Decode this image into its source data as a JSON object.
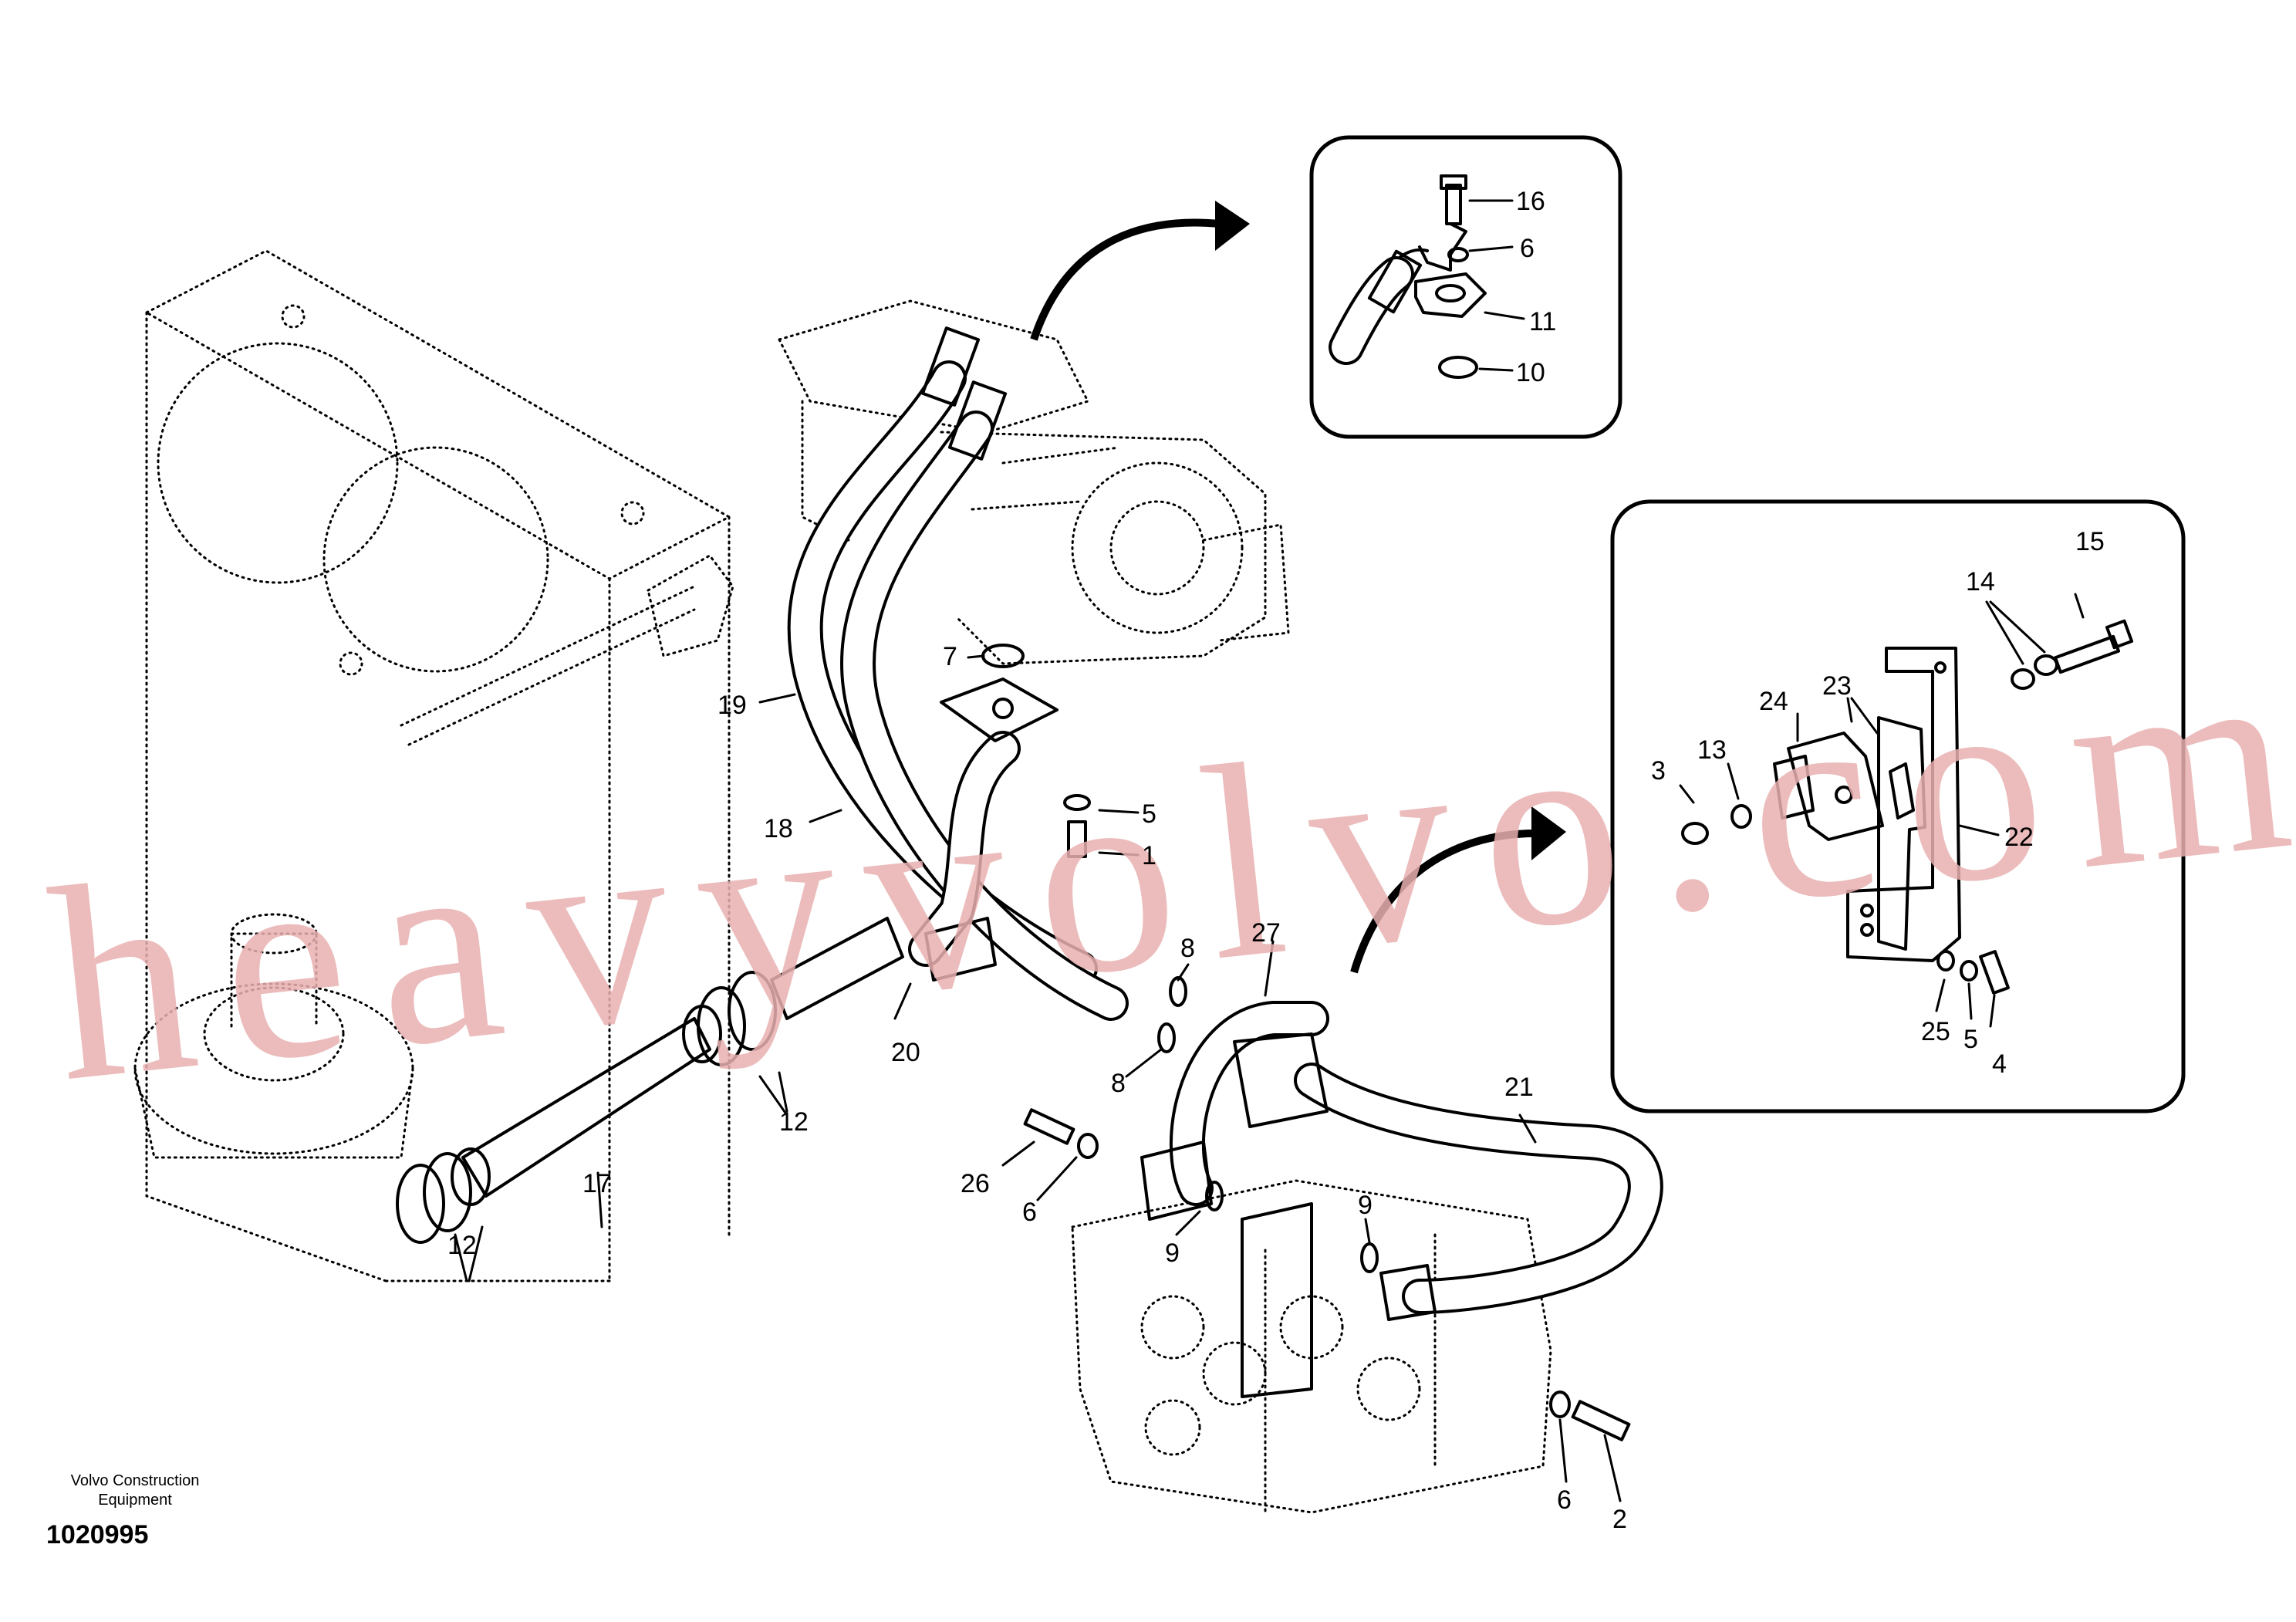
{
  "watermark": "heavyvolvo.com",
  "footer": {
    "company_line1": "Volvo Construction",
    "company_line2": "Equipment",
    "drawing_number": "1020995"
  },
  "labels": {
    "p1": "1",
    "p2": "2",
    "p3": "3",
    "p4": "4",
    "p5a": "5",
    "p5b": "5",
    "p6a": "6",
    "p6b": "6",
    "p6c": "6",
    "p7": "7",
    "p8a": "8",
    "p8b": "8",
    "p9a": "9",
    "p9b": "9",
    "p10": "10",
    "p11": "11",
    "p12a": "12",
    "p12b": "12",
    "p13": "13",
    "p14": "14",
    "p15": "15",
    "p16": "16",
    "p17": "17",
    "p18": "18",
    "p19": "19",
    "p20": "20",
    "p21": "21",
    "p22": "22",
    "p23": "23",
    "p24": "24",
    "p25": "25",
    "p26": "26",
    "p27": "27"
  }
}
